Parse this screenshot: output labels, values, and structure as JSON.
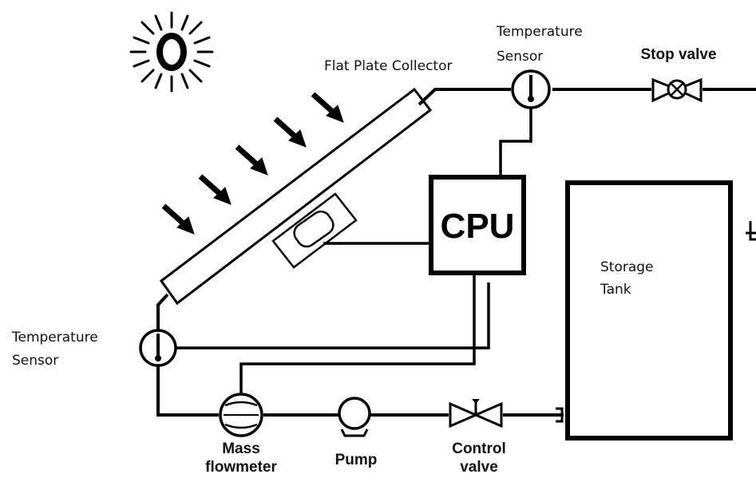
{
  "labels": {
    "flat_plate_collector": "Flat Plate Collector",
    "temp_sensor_top_line1": "Temperature",
    "temp_sensor_top_line2": "Sensor",
    "stop_valve": "Stop valve",
    "cpu": "CPU",
    "storage_tank_line1": "Storage",
    "storage_tank_line2": "Tank",
    "temp_sensor_left_line1": "Temperature",
    "temp_sensor_left_line2": "Sensor",
    "mass_flowmeter_line1": "Mass",
    "mass_flowmeter_line2": "flowmeter",
    "pump": "Pump",
    "control_valve_line1": "Control",
    "control_valve_line2": "valve"
  },
  "icons": [
    "sun-icon",
    "sun-ray-arrow-icon",
    "temperature-sensor-icon",
    "stop-valve-icon",
    "mass-flowmeter-icon",
    "pump-icon",
    "control-valve-icon"
  ],
  "colors": {
    "line": "#000000",
    "background": "#ffffff"
  }
}
